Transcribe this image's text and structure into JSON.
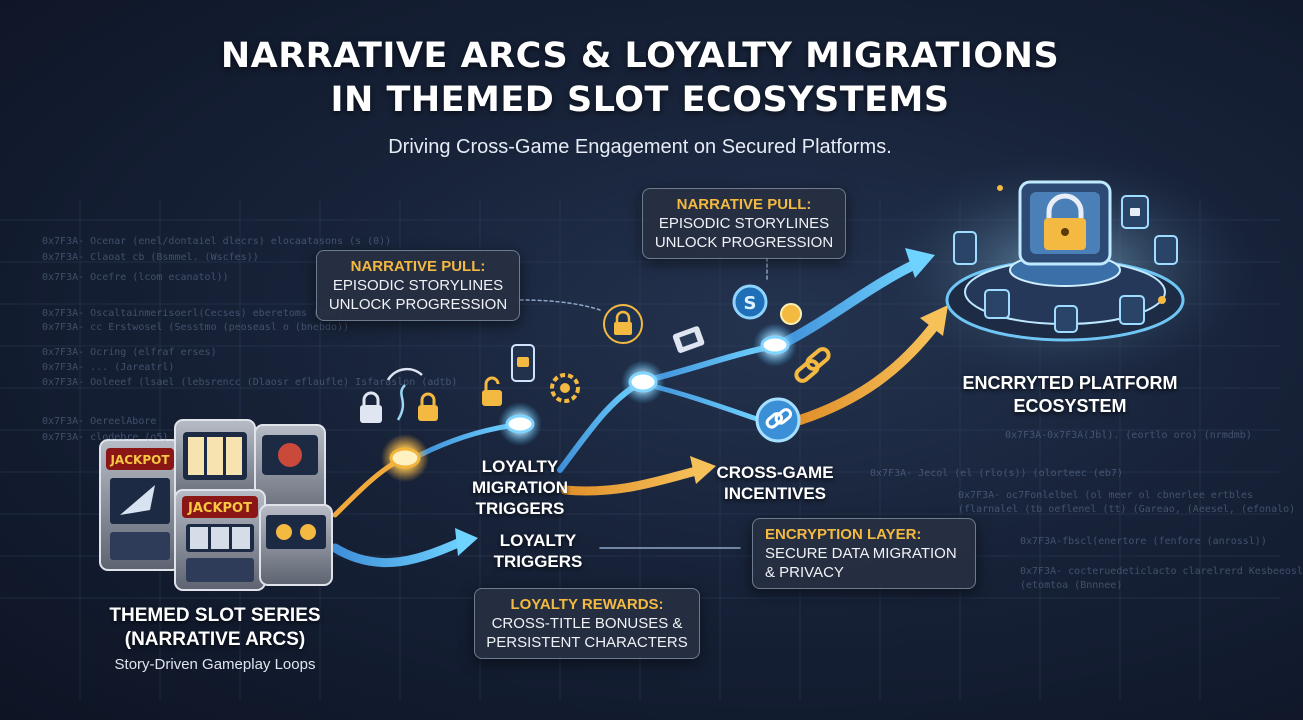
{
  "header": {
    "title_line1": "NARRATIVE ARCS & LOYALTY MIGRATIONS",
    "title_line2": "IN THEMED SLOT ECOSYSTEMS",
    "subtitle": "Driving Cross-Game Engagement on Secured Platforms."
  },
  "callouts": {
    "narrative_left": {
      "heading": "NARRATIVE PULL:",
      "line1": "EPISODIC STORYLINES",
      "line2": "UNLOCK PROGRESSION"
    },
    "narrative_top": {
      "heading": "NARRATIVE PULL:",
      "line1": "EPISODIC STORYLINES",
      "line2": "UNLOCK PROGRESSION"
    },
    "encryption": {
      "heading": "ENCRYPTION LAYER:",
      "line1": "SECURE DATA MIGRATION",
      "line2": "& PRIVACY"
    },
    "loyalty_rewards": {
      "heading": "LOYALTY REWARDS:",
      "line1": "CROSS-TITLE BONUSES &",
      "line2": "PERSISTENT CHARACTERS"
    }
  },
  "labels": {
    "loyalty_migration": {
      "line1": "LOYALTY",
      "line2": "MIGRATION",
      "line3": "TRIGGERS"
    },
    "loyalty_triggers": {
      "line1": "LOYALTY",
      "line2": "TRIGGERS"
    },
    "cross_game": {
      "line1": "CROSS-GAME",
      "line2": "INCENTIVES"
    },
    "platform": {
      "line1": "ENCRRYTED PLATFORM",
      "line2": "ECOSYSTEM"
    },
    "slot_series": {
      "line1": "THEMED SLOT SERIES",
      "line2": "(NARRATIVE ARCS)",
      "sub": "Story-Driven Gameplay Loops"
    }
  },
  "slot_machines": {
    "jackpot_label": "JACKPOT"
  },
  "icons": [
    "lock-icon",
    "link-icon",
    "coin-icon",
    "phone-icon",
    "shield-lock-icon",
    "slot-machine-icon"
  ],
  "colors": {
    "accent_gold": "#f3b941",
    "flow_blue": "#5cc6f0",
    "flow_orange": "#f2a93b",
    "node_glow": "#bfe9ff"
  },
  "background_code": [
    "0x7F3A- Ocenar (enel/dontaiel dlecrs) elocaatasons (s (0))",
    "0x7F3A- Claoat cb (Bsmmel. (Wscfes))",
    "0x7F3A- Ocefre (lcom ecanatol))",
    "0x7F3A- Oscaltainmerisoerl(Cecses) eberetoms (fmo)",
    "0x7F3A- cc Erstwosel (Sesstmo (peoseasl o (bnebdo))",
    "0x7F3A- Ocring (elfraf erses)",
    "0x7F3A- ... (Jareatrl)",
    "0x7F3A- Ooleeef (lsael (lebsrencc (Dlaosr eflaufle) Isfaraslon (adtb)",
    "0x7F3A- OereelAbore",
    "0x7F3A- clodebre (o5)",
    "0x7F3A-0x7F3A(Jbl). (eortlo oro) (nrmdmb)",
    "0x7F3A- Jecol (el (rlo(s)) (olorteec (eb7)",
    "0x7F3A- oc7Fonlelbel (ol meer ol cbnerlee ertbles",
    "(flarnalel (tb oeflenel (tt) (Gareao, (Aeesel, (efonalo)",
    "0x7F3A-fbscl(enertore (fenfore (anrossl))",
    "0x7F3A- cocteruedeticlacto clarelrerd Kesbeeosl",
    "(etomtoa (Bnnnee)"
  ]
}
